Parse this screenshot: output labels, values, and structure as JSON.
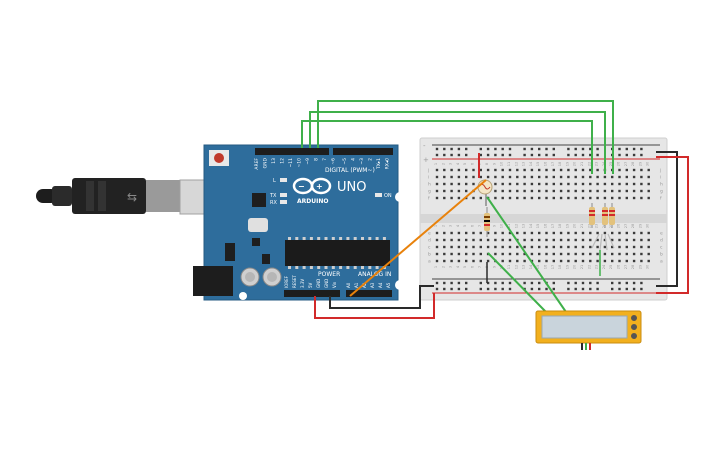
{
  "board": {
    "model": "UNO",
    "brand": "ARDUINO",
    "digital_label": "DIGITAL (PWM~)",
    "power_label": "POWER",
    "analog_label": "ANALOG IN",
    "on_label": "ON",
    "led_l": "L",
    "led_tx": "TX",
    "led_rx": "RX",
    "pins_top": [
      "AREF",
      "GND",
      "13",
      "12",
      "~11",
      "~10",
      "~9",
      "8",
      "7",
      "~6",
      "~5",
      "4",
      "~3",
      "2",
      "TX▸1",
      "RX◂0"
    ],
    "pins_bottom": [
      "IOREF",
      "RESET",
      "3.3V",
      "5V",
      "GND",
      "GND",
      "Vin",
      "A0",
      "A1",
      "A2",
      "A3",
      "A4",
      "A5"
    ]
  },
  "breadboard": {
    "columns": [
      "1",
      "2",
      "3",
      "4",
      "5",
      "6",
      "7",
      "8",
      "9",
      "10",
      "11",
      "12",
      "13",
      "14",
      "15",
      "16",
      "17",
      "18",
      "19",
      "20",
      "21",
      "22",
      "23",
      "24",
      "25",
      "26",
      "27",
      "28",
      "29",
      "30"
    ],
    "rows_top": [
      "j",
      "i",
      "h",
      "g",
      "f"
    ],
    "rows_bottom": [
      "e",
      "d",
      "c",
      "b",
      "a"
    ],
    "rail_plus": "+",
    "rail_minus": "-"
  },
  "colors": {
    "board": "#2f6f9f",
    "breadboard": "#e6e6e6",
    "wire_green": "#3fb04a",
    "wire_red": "#d22a2a",
    "wire_black": "#2a2a2a",
    "wire_orange": "#e8820c",
    "lcd_frame": "#f2b01e",
    "lcd_screen": "#c9d4dc"
  }
}
